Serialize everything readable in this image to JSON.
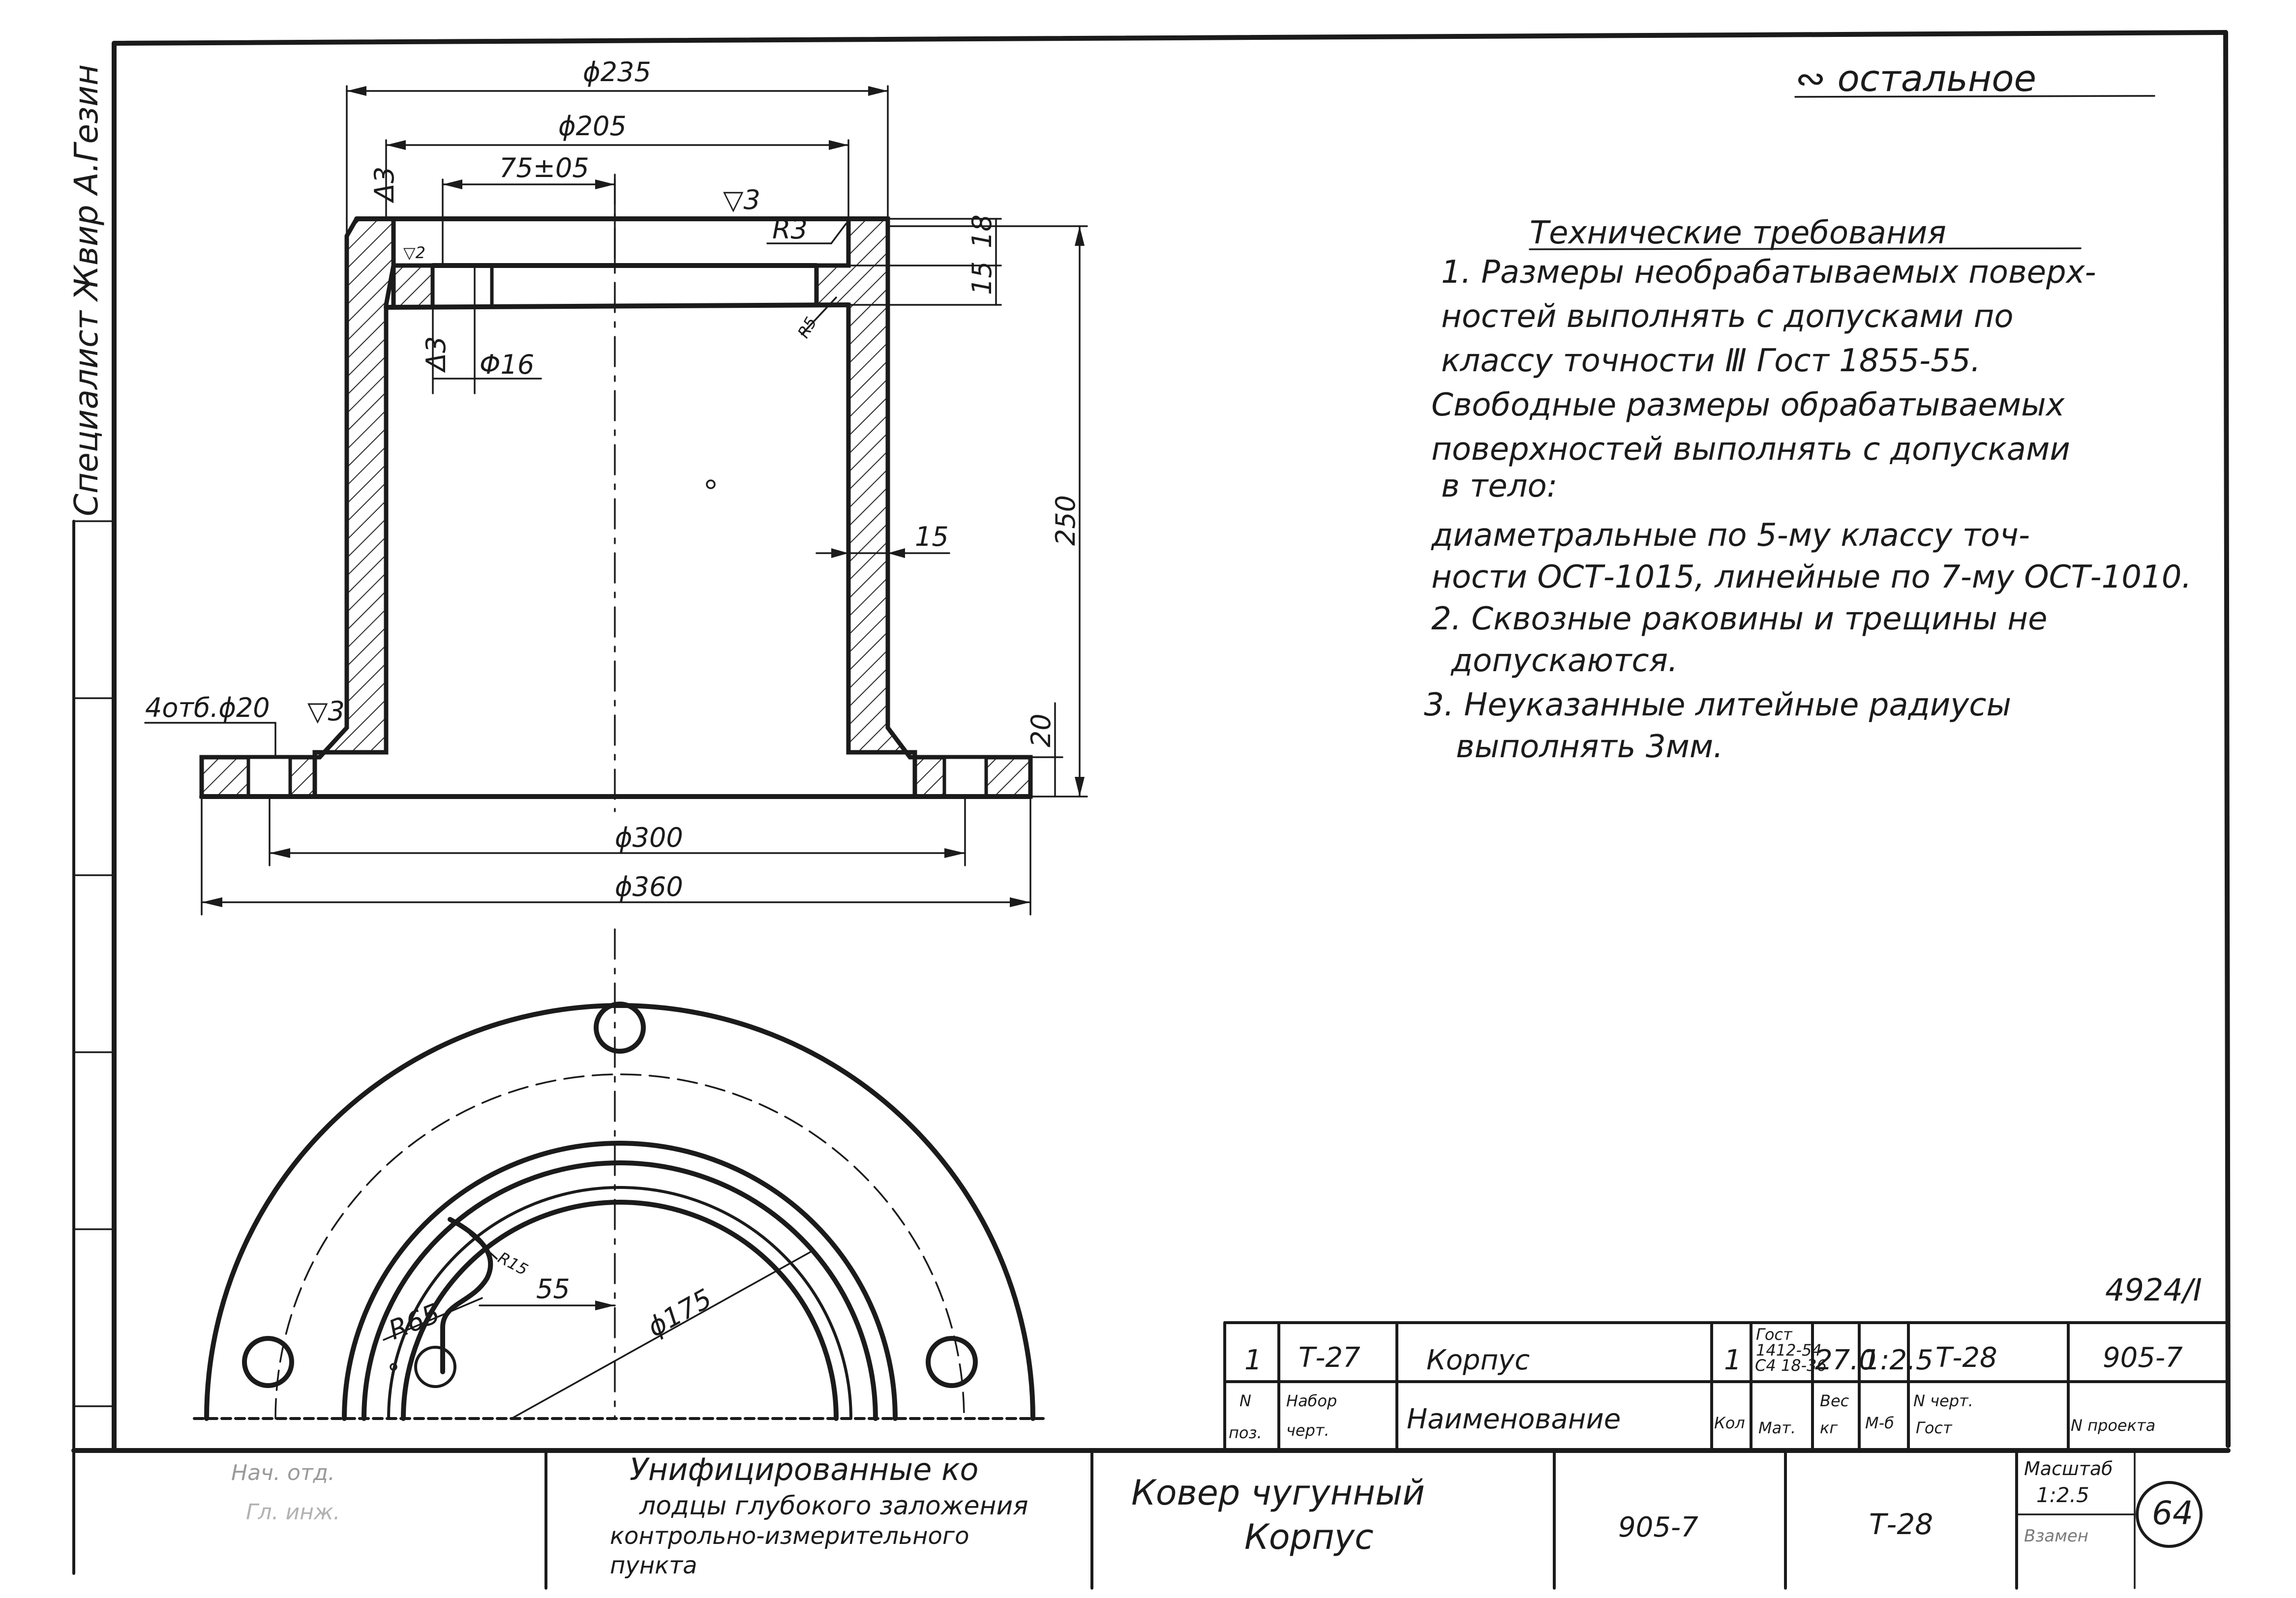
{
  "corner_mark": "∾ остальное",
  "vertical_margin_text": "Специалист Жвир А.Гезин",
  "dimensions": {
    "d235": "ϕ235",
    "d205": "ϕ205",
    "d75": "75±05",
    "r3": "R3",
    "r5": "R5",
    "h18": "18",
    "h15": "15",
    "d16": "Φ16",
    "a3": "Δ3",
    "a3b": "Δ3",
    "t15": "15",
    "h250": "250",
    "holes": "4отб.ϕ20",
    "h20": "20",
    "d300": "ϕ300",
    "d360": "ϕ360",
    "r15": "R15",
    "r65": "R65",
    "d55": "55",
    "d175": "ϕ175",
    "surf1": "▽3",
    "surf2": "▽3",
    "surf3": "▽2"
  },
  "requirements": {
    "title": "Технические требования",
    "lines": [
      "1. Размеры необрабатываемых поверх-",
      "ностей выполнять с допусками по",
      "классу точности Ⅲ Гост 1855-55.",
      "Свободные размеры обрабатываемых",
      "поверхностей выполнять с допусками",
      "в тело:",
      "диаметральные по 5-му классу точ-",
      "ности ОСТ-1015, линейные по 7-му ОСТ-1010.",
      "2. Сквозные раковины и трещины не",
      "допускаются.",
      "3. Неуказанные литейные радиусы",
      "выполнять 3мм."
    ]
  },
  "parts_table": {
    "sheet_code": "4924/Ⅰ",
    "row": {
      "pos": "1",
      "set": "Т-27",
      "name": "Корпус",
      "qty": "1",
      "material_lines": [
        "Гост",
        "1412-54",
        "С4 18-36"
      ],
      "weight": "27.0",
      "scale": "1:2.5",
      "drawing": "Т-28",
      "project": "905-7"
    },
    "header": {
      "pos": [
        "N",
        "поз."
      ],
      "set": [
        "Набор",
        "черт."
      ],
      "name": "Наименование",
      "qty": "Кол",
      "material": "Мат.",
      "weight": [
        "Вес",
        "кг"
      ],
      "scale": "М-б",
      "drawing": [
        "N черт.",
        "Гост"
      ],
      "project": "N проекта"
    }
  },
  "title_block": {
    "faded_1": "Нач. отд.",
    "faded_2": "Гл. инж.",
    "project_lines": [
      "Унифицированные ко",
      "лодцы глубокого заложения",
      "контрольно-измерительного",
      "пункта"
    ],
    "item_lines": [
      "Ковер чугунный",
      "Корпус"
    ],
    "project_no": "905-7",
    "drawing_no": "Т-28",
    "scale_label": "Масштаб",
    "scale_value": "1:2.5",
    "sheet_label": "Взамен",
    "sheet_no": "64"
  }
}
